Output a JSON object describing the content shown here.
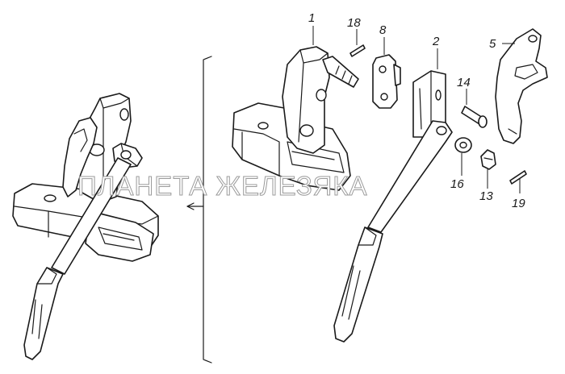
{
  "watermark": "ПЛАНЕТА ЖЕЛЕЗЯКА",
  "callouts": {
    "c1": "1",
    "c18": "18",
    "c8": "8",
    "c2": "2",
    "c5": "5",
    "c14": "14",
    "c16": "16",
    "c13": "13",
    "c19": "19"
  },
  "colors": {
    "line": "#1a1a1a",
    "background": "#ffffff",
    "watermark_outline": "#9a9a9a"
  }
}
